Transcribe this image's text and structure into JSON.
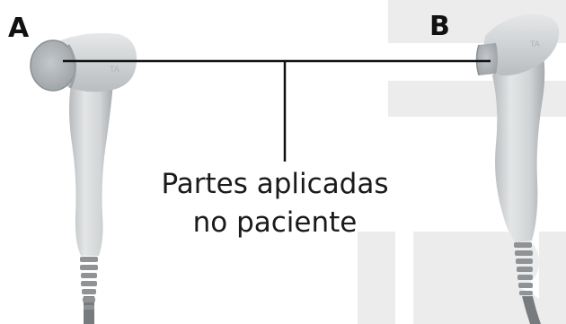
{
  "labels": {
    "a": "A",
    "b": "B"
  },
  "callout": {
    "line1": "Partes aplicadas",
    "line2": "no paciente"
  },
  "colors": {
    "watermark": "#ececec",
    "device_body": "#cfd2d4",
    "device_shadow": "#a9adb0",
    "leader_line": "#111111",
    "text": "#1a1a1a"
  },
  "icons": [
    "ultrasound-transducer-a-icon",
    "ultrasound-transducer-b-icon",
    "watermark-logo-icon"
  ]
}
